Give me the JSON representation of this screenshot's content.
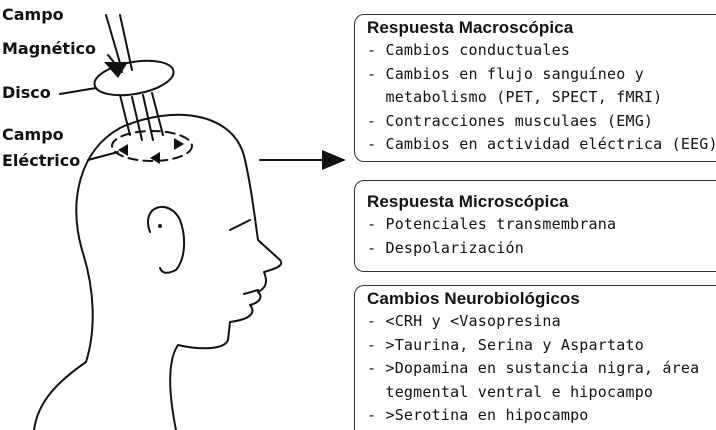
{
  "labels": {
    "campo_magnetico_1": "Campo",
    "campo_magnetico_2": "Magnético",
    "disco": "Disco",
    "campo_electrico_1": "Campo",
    "campo_electrico_2": "Eléctrico"
  },
  "boxes": [
    {
      "title": "Respuesta Macroscópica",
      "items": [
        "- Cambios conductuales",
        "- Cambios en flujo sanguíneo y",
        "  metabolismo (PET, SPECT, fMRI)",
        "- Contracciones musculaes (EMG)",
        "- Cambios en actividad eléctrica (EEG)"
      ]
    },
    {
      "title": "Respuesta Microscópica",
      "items": [
        "- Potenciales transmembrana",
        "- Despolarización"
      ]
    },
    {
      "title": "Cambios Neurobiológicos",
      "items": [
        "- <CRH y <Vasopresina",
        "- >Taurina, Serina y Aspartato",
        "- >Dopamina en sustancia nigra, área",
        "  tegmental ventral e hipocampo",
        "- >Serotina en hipocampo"
      ]
    }
  ]
}
